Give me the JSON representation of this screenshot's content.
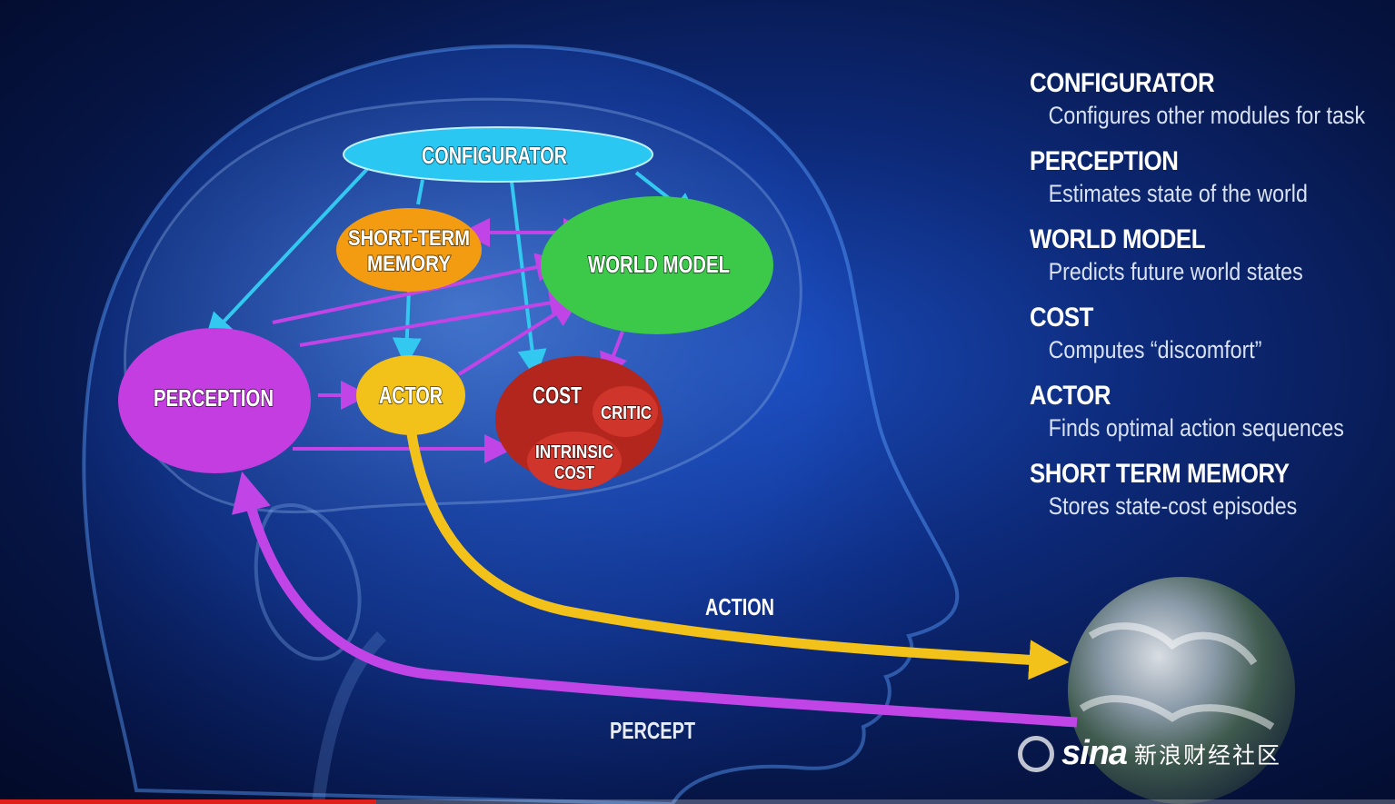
{
  "diagram": {
    "nodes": {
      "configurator": "CONFIGURATOR",
      "short_term_memory_line1": "SHORT-TERM",
      "short_term_memory_line2": "MEMORY",
      "world_model": "WORLD MODEL",
      "perception": "PERCEPTION",
      "actor": "ACTOR",
      "cost": "COST",
      "critic": "CRITIC",
      "intrinsic_cost_line1": "INTRINSIC",
      "intrinsic_cost_line2": "COST"
    },
    "flows": {
      "action": "ACTION",
      "percept": "PERCEPT"
    },
    "colors": {
      "configurator": "#29c7f2",
      "short_term_memory": "#f39c12",
      "world_model": "#3cc94a",
      "perception": "#c43de0",
      "actor": "#f2c21b",
      "cost": "#b3261e",
      "inner_cost": "#d0352c",
      "arrow_cyan": "#33c8f0",
      "arrow_purple": "#c044e6",
      "arrow_yellow": "#f2c21b"
    }
  },
  "legend": [
    {
      "title": "CONFIGURATOR",
      "desc": "Configures other modules for task"
    },
    {
      "title": "PERCEPTION",
      "desc": "Estimates state of the world"
    },
    {
      "title": "WORLD MODEL",
      "desc": "Predicts future world states"
    },
    {
      "title": "COST",
      "desc": "Computes “discomfort”"
    },
    {
      "title": "ACTOR",
      "desc": "Finds optimal action sequences"
    },
    {
      "title": "SHORT TERM MEMORY",
      "desc": "Stores state-cost episodes"
    }
  ],
  "watermark": {
    "logo": "sina",
    "text": "新浪财经社区"
  },
  "video": {
    "progress_fraction": 0.27
  }
}
